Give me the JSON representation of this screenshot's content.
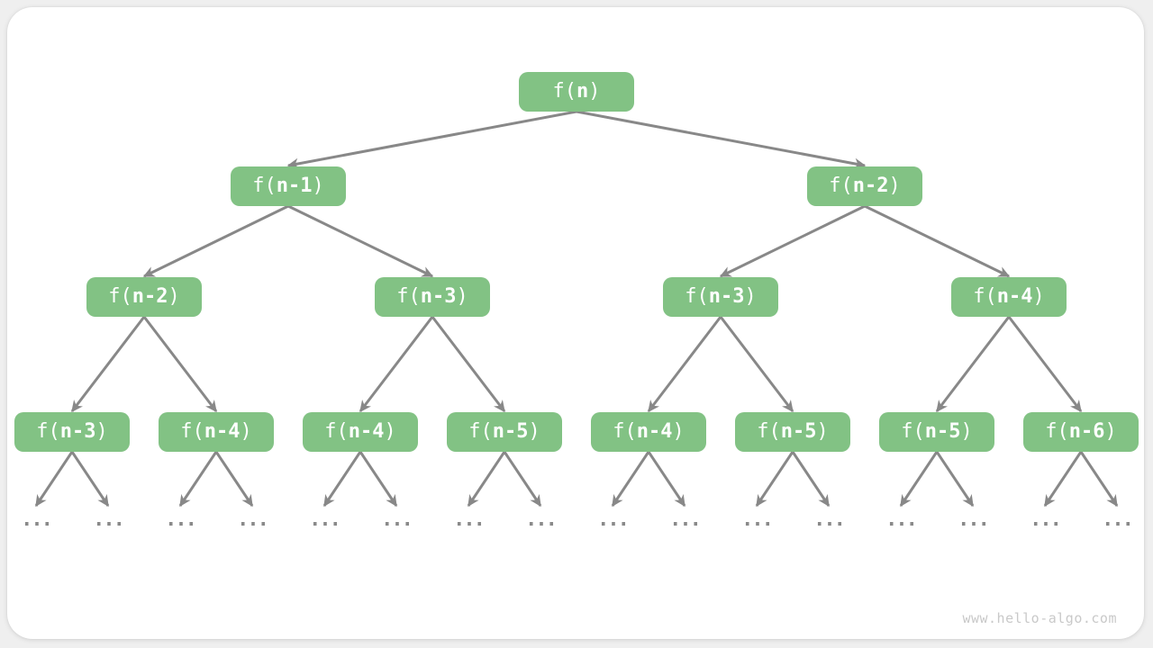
{
  "diagram": {
    "type": "recursion-tree",
    "node_fill_color": "#82c284",
    "node_text_color": "#ffffff",
    "edge_color": "#888888",
    "leaf_text_color": "#8a8a8a",
    "call_prefix": "f(",
    "call_suffix": ")",
    "levels": [
      [
        "n"
      ],
      [
        "n-1",
        "n-2"
      ],
      [
        "n-2",
        "n-3",
        "n-3",
        "n-4"
      ],
      [
        "n-3",
        "n-4",
        "n-4",
        "n-5",
        "n-4",
        "n-5",
        "n-5",
        "n-6"
      ]
    ],
    "leaf_label": "...",
    "leaves_per_bottom_node": 2
  },
  "watermark": {
    "text": "www.hello-algo.com"
  }
}
